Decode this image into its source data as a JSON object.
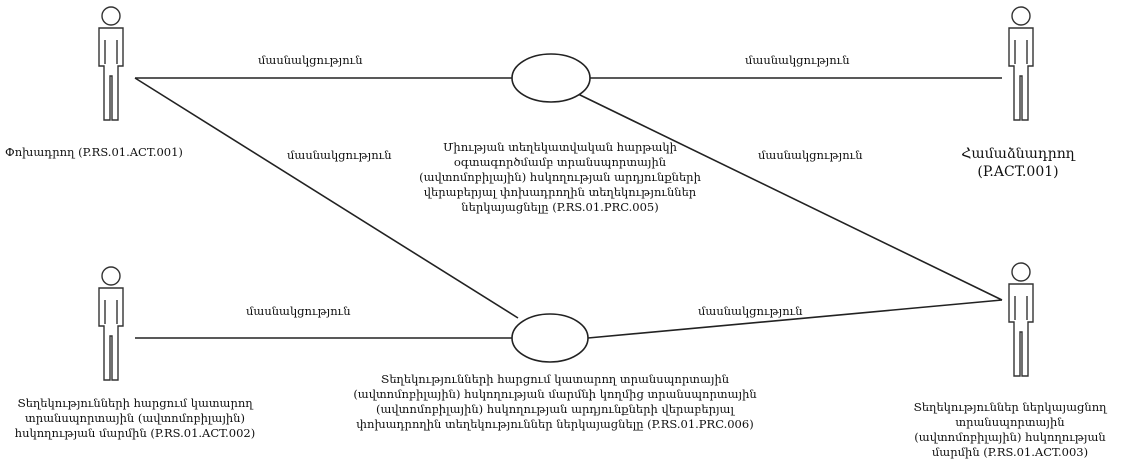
{
  "actors": {
    "a1": {
      "name": "Փոխադրող (P.RS.01.ACT.001)"
    },
    "a2": {
      "name": "Համաձնադրող (P.ACT.001)"
    },
    "a3": {
      "name_lines": [
        "Տեղեկությունների հարցում կատարող",
        "տրանսպորտային (ավտոմոբիլային)",
        "հսկողության մարմին  (P.RS.01.ACT.002)"
      ]
    },
    "a4": {
      "name_lines": [
        "Տեղեկություններ ներկայացնող",
        "տրանսպորտային",
        "(ավտոմոբիլային) հսկողության",
        "մարմին (P.RS.01.ACT.003)"
      ]
    }
  },
  "usecases": {
    "uc1": {
      "lines": [
        "Միության տեղեկատվական հարթակի",
        "օգտագործմամբ տրանսպորտային",
        "(ավտոմոբիլային) հսկողության արդյունքների",
        "վերաբերյալ փոխադրողին տեղեկություններ",
        "ներկայացնելը (P.RS.01.PRC.005)"
      ]
    },
    "uc2": {
      "lines": [
        "Տեղեկությունների հարցում կատարող տրանսպորտային",
        "(ավտոմոբիլային) հսկողության մարմնի կողմից տրանսպորտային",
        "(ավտոմոբիլային) հսկողության արդյունքների վերաբերյալ",
        "փոխադրողին տեղեկություններ ներկայացնելը (P.RS.01.PRC.006)"
      ]
    }
  },
  "edges": {
    "e1": "մասնակցություն",
    "e2": "մասնակցություն",
    "e3": "մասնակցություն",
    "e4": "մասնակցություն",
    "e5": "մասնակցություն",
    "e6": "մասնակցություն"
  }
}
